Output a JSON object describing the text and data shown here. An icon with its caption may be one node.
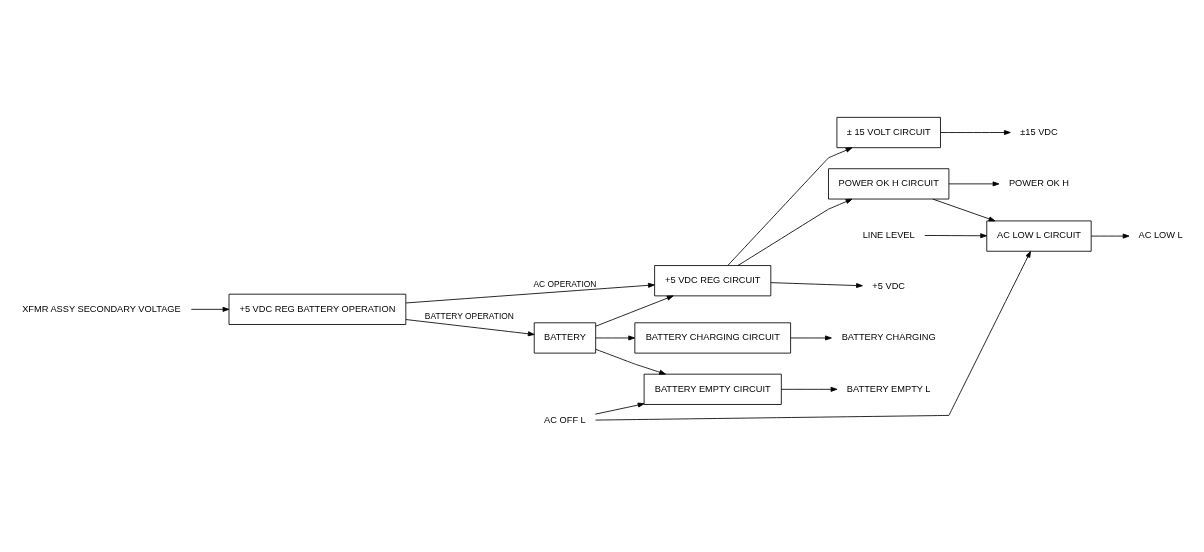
{
  "diagram": {
    "nodes": [
      {
        "text": [
          "XFMR ASSY SECONDARY VOLTAGE"
        ]
      },
      {
        "text": [
          "+5 VDC REG BATTERY OPERATION"
        ]
      },
      {
        "text": [
          "+5 VDC REG CIRCUIT"
        ]
      },
      {
        "text": [
          "BATTERY"
        ]
      },
      {
        "text": [
          "± 15 VOLT CIRCUIT"
        ]
      },
      {
        "text": [
          "POWER OK H CIRCUIT"
        ]
      },
      {
        "text": [
          "AC LOW L CIRCUIT"
        ]
      },
      {
        "text": [
          "BATTERY EMPTY CIRCUIT"
        ]
      },
      {
        "text": [
          "BATTERY CHARGING CIRCUIT"
        ]
      },
      {
        "text": [
          "+5 VDC"
        ]
      },
      {
        "text": [
          "±15 VDC"
        ]
      },
      {
        "text": [
          "POWER OK H"
        ]
      },
      {
        "text": [
          "LINE LEVEL"
        ]
      },
      {
        "text": [
          "AC OFF L"
        ]
      },
      {
        "text": [
          "AC LOW L"
        ]
      },
      {
        "text": [
          "BATTERY EMPTY L"
        ]
      },
      {
        "text": [
          "BATTERY CHARGING"
        ]
      }
    ],
    "edges": [
      {
        "from": 0,
        "to": 1,
        "arrow": "to"
      },
      {
        "from": 1,
        "to": 2,
        "arrow": "to",
        "label": "AC OPERATION"
      },
      {
        "from": 1,
        "to": 3,
        "arrow": "to",
        "label": "BATTERY OPERATION"
      },
      {
        "from": 3,
        "to": 2,
        "arrow": "to"
      },
      {
        "from": 2,
        "to": 9,
        "arrow": "to"
      },
      {
        "from": 2,
        "to": 4,
        "arrow": "to"
      },
      {
        "from": 2,
        "to": 5,
        "arrow": "to"
      },
      {
        "from": 4,
        "to": 10,
        "arrow": "to"
      },
      {
        "from": 5,
        "to": 11,
        "arrow": "to"
      },
      {
        "from": 5,
        "to": 6,
        "arrow": "to"
      },
      {
        "from": 12,
        "to": 6,
        "arrow": "to"
      },
      {
        "from": 13,
        "to": 6,
        "arrow": "to"
      },
      {
        "from": 13,
        "to": 7,
        "arrow": "to"
      },
      {
        "from": 3,
        "to": 7,
        "arrow": "to"
      },
      {
        "from": 3,
        "to": 8,
        "arrow": "to"
      },
      {
        "from": 6,
        "to": 14,
        "arrow": "to"
      },
      {
        "from": 7,
        "to": 15,
        "arrow": "to"
      },
      {
        "from": 8,
        "to": 16,
        "arrow": "to"
      }
    ]
  }
}
